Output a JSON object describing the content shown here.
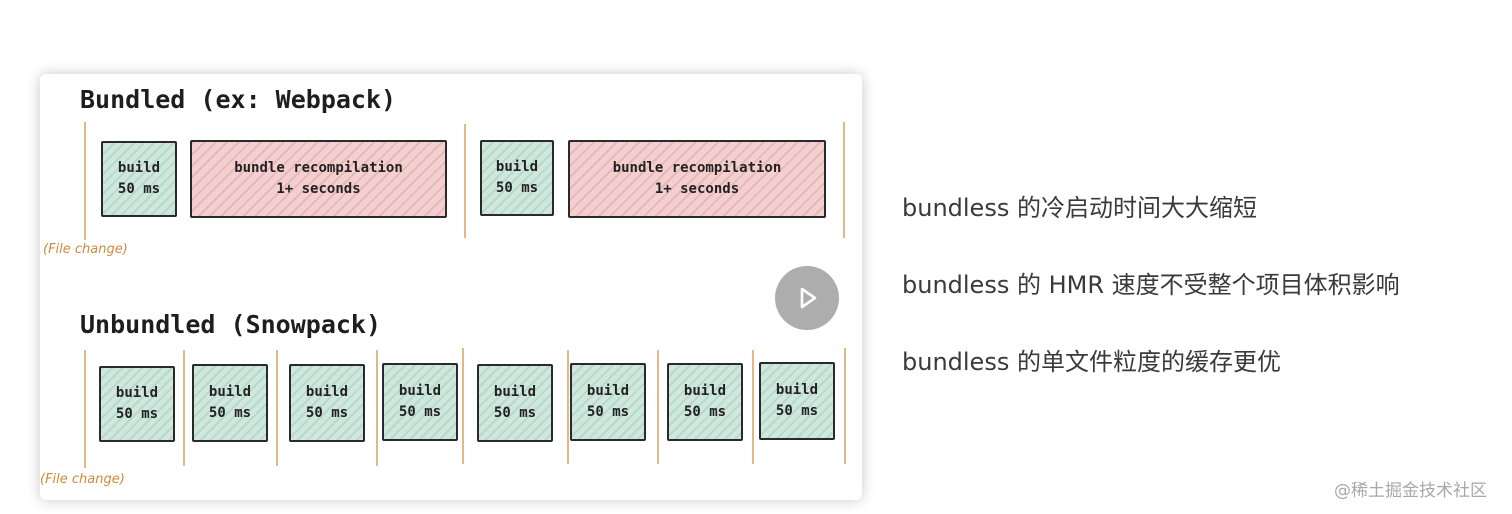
{
  "diagram": {
    "bundled": {
      "heading": "Bundled (ex: Webpack)",
      "file_change": "(File change)",
      "blocks": [
        {
          "kind": "build",
          "line1": "build",
          "line2": "50 ms"
        },
        {
          "kind": "recompile",
          "line1": "bundle recompilation",
          "line2": "1+ seconds"
        },
        {
          "kind": "build",
          "line1": "build",
          "line2": "50 ms"
        },
        {
          "kind": "recompile",
          "line1": "bundle recompilation",
          "line2": "1+ seconds"
        }
      ]
    },
    "unbundled": {
      "heading": "Unbundled (Snowpack)",
      "file_change": "(File change)",
      "blocks": [
        {
          "line1": "build",
          "line2": "50 ms"
        },
        {
          "line1": "build",
          "line2": "50 ms"
        },
        {
          "line1": "build",
          "line2": "50 ms"
        },
        {
          "line1": "build",
          "line2": "50 ms"
        },
        {
          "line1": "build",
          "line2": "50 ms"
        },
        {
          "line1": "build",
          "line2": "50 ms"
        },
        {
          "line1": "build",
          "line2": "50 ms"
        },
        {
          "line1": "build",
          "line2": "50 ms"
        }
      ]
    },
    "colors": {
      "build_fill": "#cfe8df",
      "recompile_fill": "#f4cfd0",
      "timeline_tick": "#e2b88a",
      "file_change_text": "#cf8a3a"
    }
  },
  "bullets": [
    "bundless 的冷启动时间大大缩短",
    "bundless 的 HMR 速度不受整个项目体积影响",
    "bundless 的单文件粒度的缓存更优"
  ],
  "play_button": {
    "icon": "play-icon"
  },
  "watermark": "@稀土掘金技术社区"
}
